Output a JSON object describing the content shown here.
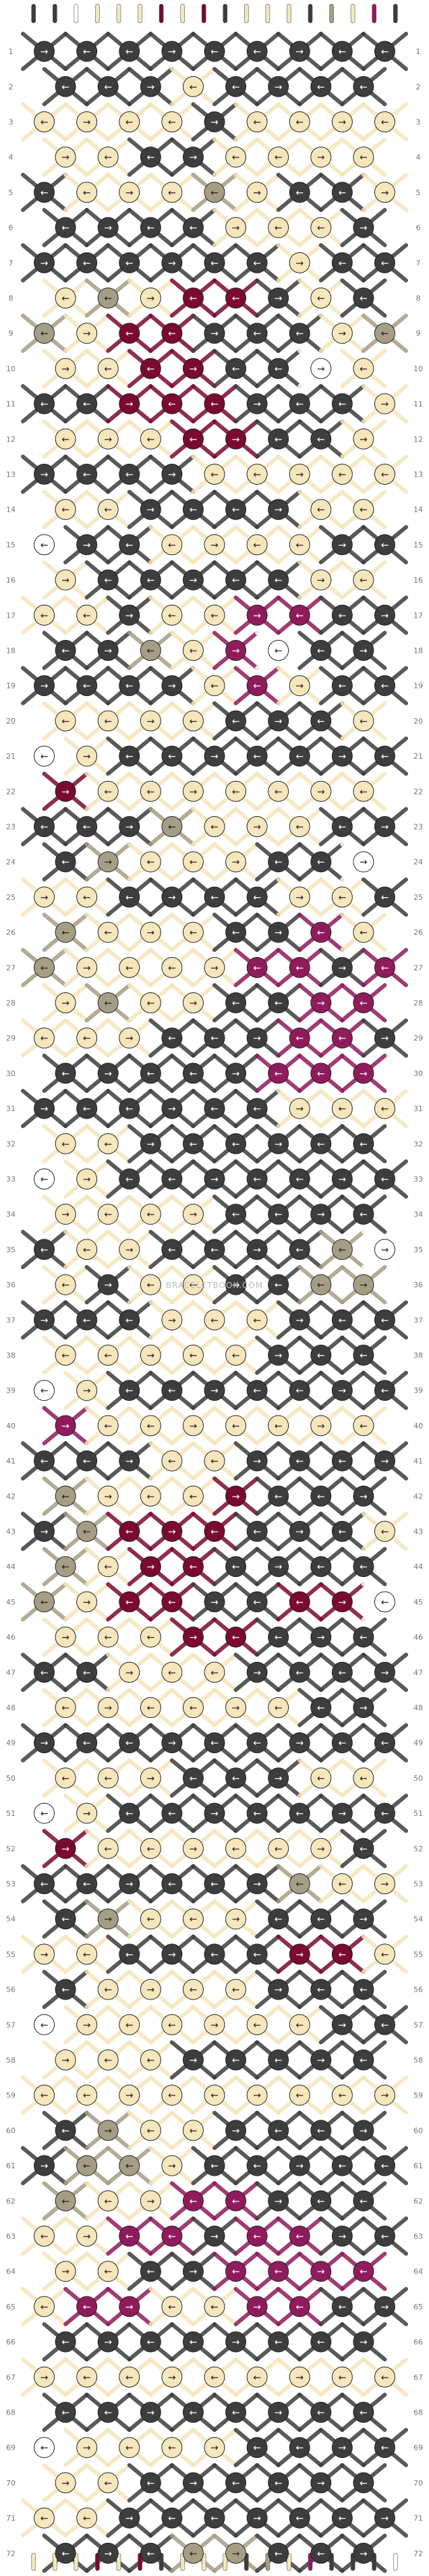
{
  "watermark": "BRACELETBOOK.COM",
  "pattern": {
    "rows": 72,
    "strings": 18,
    "colors": {
      "A": "#3d3d3d",
      "B": "#f5e6bc",
      "C": "#7a0a2e",
      "D": "#ffffff",
      "E": "#a59e85",
      "F": "#8f1b5c"
    },
    "string_colors": [
      "A",
      "A",
      "D",
      "B",
      "B",
      "B",
      "C",
      "B",
      "C",
      "A",
      "B",
      "B",
      "B",
      "A",
      "E",
      "B",
      "F",
      "A"
    ],
    "rows_data": [
      "AAAA",
      "AAABA",
      "BBBBAB",
      "BBAABB",
      "ABBBEBA",
      "AAAABBB",
      "AAAAAABA",
      "BEBCCABA",
      "EBCCAAAB",
      "BBCCAADB",
      "AACCCAAAB",
      "BBBCCAABA",
      "AAAABBBBBA",
      "BBAAAABBBB",
      "DAABBBBAAAB",
      "BAAAAABBBAB",
      "BBABBFFAAAAB",
      "AAEBFDAAAABA",
      "AAAABFBAAAAAA",
      "BBBBAAABBBBBB",
      "DBAAAAAAAEBAAB",
      "CBBBBBBBBBBBBA",
      "AAAEBBBAAAAAAAB",
      "AEBBBAADAABBBBA",
      "BBAAAABBAAAAAAAB",
      "EBBBAAFBBFBBDAAB",
      "EBBBBFFAFFBAAAAAB",
      "BEBBAAFFAFFBBBBBA",
      "BBBAAAFFAAAADAAAAB",
      "AAAAAFFFFBBBAAAAAA",
      "AAAAAABBBBBAAAAAAA",
      "BBAAAAAABBBBBAAABB",
      "DBAAAAAAAAAAAAAEBB",
      "BBBBAAAAAAAABAAAAB",
      "ABBAAAAEDAAAABBBBB",
      "BABBAAEEBDBAAAAABB",
      "AAABBBAAAAAABBBAAB",
      "BBBBBAAAABAAAAAAAB",
      "DBAAAAAAAAFAAAAAAB",
      "FBBBBBBBBBBBAAAACB",
      "AAABBAAAABBBBBBBAA",
      "EBBBCAAAADAAAAAAAA",
      "AECCCAAABBBAAADAAA",
      "EBCCAAAAAAAAAAAAAB",
      "EBCCAACCDAAAAAAAAB",
      "BBBCCAAAABBBAAAAAB",
      "AABBBAAAAAAAABBBAB",
      "BBBBBBAAAAAAAAAAAB",
      "AAAAAAAAAAAAAAABBB",
      "BBBAAABBBBBBBAAABB",
      "DBAAAAAAAAAAAAAAAA",
      "CBBBBBBAAAAAAAAAAB",
      "AAAAAAEBBBBBAAAAAA",
      "AEBBBAAAAADAAAAAAB",
      "BBAAAACCBBBAAAAAAB",
      "ABBBBAAAAAAAAAAAAA",
      "DBBBBBBAAAAAAAAEBB",
      "BBBAAAAAAAAAAAAAAA",
      "BBBBBBBBBBAAAAAAAB",
      "AEBBAAAAAAADAAAAAB",
      "AEEBAAAAABBBAAAAAB",
      "EBBFFAAAAAAAADBBBB",
      "BBFFAFFAAAAAAAAAAB",
      "BBAAFFFFAAAAAAAAAB",
      "BFFBBFFAAAAAAAAAAB",
      "AAAAAAAAAAAAAAAAAA",
      "BBBBBBBBBBBAAAAABB",
      "AAAAAAAAAAAAAAAAAA",
      "DBBBBAAAAAAAAAAEBA",
      "BBAAAAAAAAAAAAAAAC",
      "BBAAAAAAAAAAAAABBB",
      "AAAEEAAAAFFDAAAAAA"
    ]
  }
}
